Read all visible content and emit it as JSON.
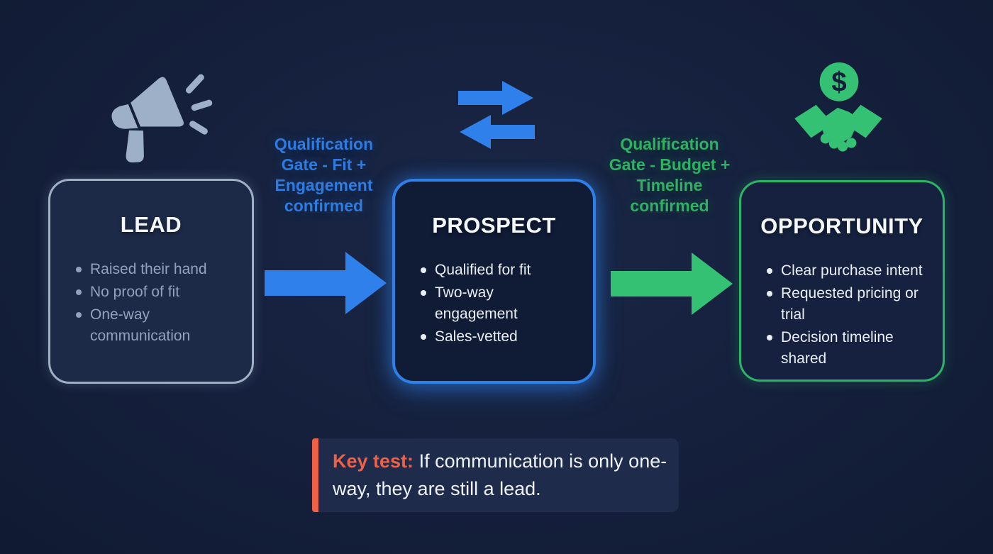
{
  "stages": [
    {
      "title": "LEAD",
      "bullets": [
        "Raised their hand",
        "No proof of fit",
        "One-way communication"
      ]
    },
    {
      "title": "PROSPECT",
      "bullets": [
        "Qualified for fit",
        "Two-way engagement",
        "Sales-vetted"
      ]
    },
    {
      "title": "OPPORTUNITY",
      "bullets": [
        "Clear purchase intent",
        "Requested pricing or trial",
        "Decision timeline shared"
      ]
    }
  ],
  "gates": [
    {
      "label": "Qualification Gate - Fit + Engagement confirmed",
      "lines": [
        "Qualification",
        "Gate - Fit +",
        "Engagement",
        "confirmed"
      ],
      "color": "#2e7be2"
    },
    {
      "label": "Qualification Gate - Budget + Timeline confirmed",
      "lines": [
        "Qualification",
        "Gate - Budget +",
        "Timeline",
        "confirmed"
      ],
      "color": "#2eb165"
    }
  ],
  "icons": {
    "megaphone": "megaphone-icon",
    "exchange": "two-way-arrows-icon",
    "handshake": "handshake-dollar-icon",
    "dollar_glyph": "$"
  },
  "key_test": {
    "label": "Key test:",
    "text": "If communication is only one-way, they are still a lead."
  },
  "colors": {
    "background": "#141f3b",
    "blue": "#2f80ea",
    "green": "#35c174",
    "orange": "#ee6149",
    "lead_border": "#9fb0c4",
    "white_text": "#edf1f8",
    "muted_text": "#93a2ba"
  }
}
